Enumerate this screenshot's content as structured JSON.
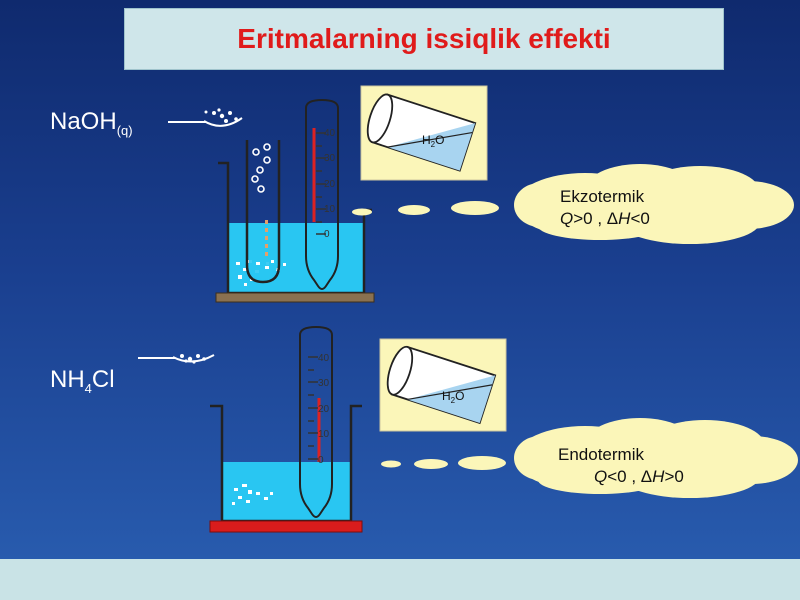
{
  "title": "Eritmalarning issiqlik effekti",
  "top_reaction": {
    "reagent_main": "NaOH",
    "reagent_sub": "(q)",
    "thermometer_scale": [
      "40",
      "30",
      "20",
      "10",
      "0"
    ],
    "water_label": "H",
    "water_sub": "2",
    "water_rest": "O",
    "effect_name": "Ekzotermik",
    "sign_q": "Q",
    "sign_q_rest": ">0 , Δ",
    "sign_h": "H",
    "sign_h_rest": "<0"
  },
  "bottom_reaction": {
    "reagent_main": "NH",
    "reagent_sub": "4",
    "reagent_rest": "Cl",
    "thermometer_scale": [
      "40",
      "30",
      "20",
      "10",
      "0"
    ],
    "water_label": "H",
    "water_sub": "2",
    "water_rest": "O",
    "effect_name": "Endotermik",
    "sign_q": "Q",
    "sign_q_rest": "<0 , Δ",
    "sign_h": "H",
    "sign_h_rest": ">0"
  },
  "colors": {
    "water": "#29c6f2",
    "heat_plate": "#8a7150",
    "cold_plate": "#d91c1c",
    "title_red": "#e01b1b",
    "cloud": "#fbf6b9",
    "mercury_red": "#d22"
  }
}
